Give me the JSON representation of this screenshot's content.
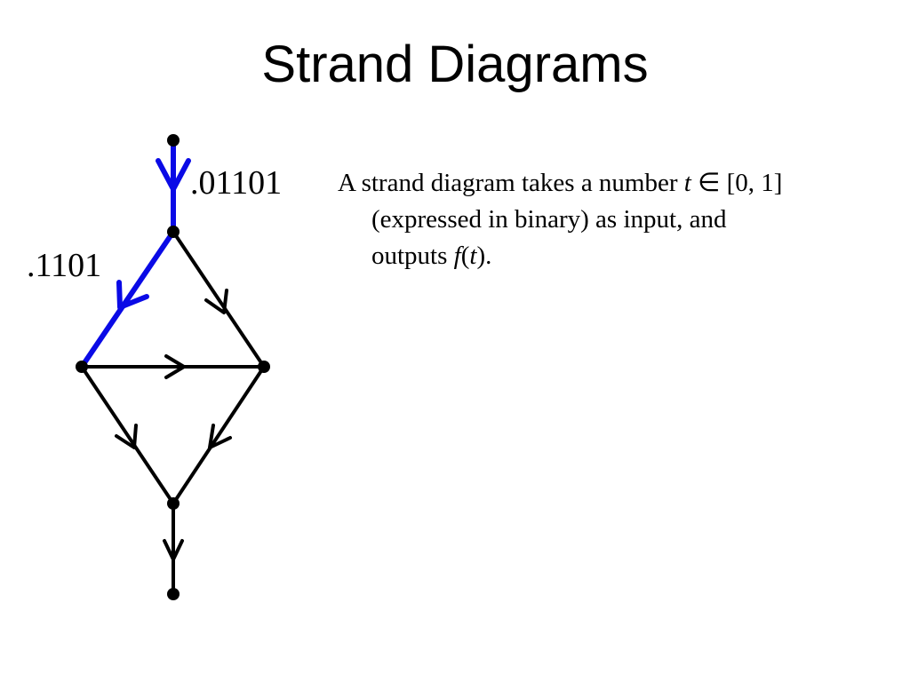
{
  "slide": {
    "title": "Strand Diagrams"
  },
  "diagram": {
    "colors": {
      "highlight": "#0a0ae6",
      "edge": "#000000",
      "node": "#000000"
    },
    "labels": {
      "top_edge": ".01101",
      "left_edge": ".1101"
    }
  },
  "text": {
    "line1_prefix": "A strand diagram takes a number",
    "line1_math_var": "t",
    "line1_math_rest": " ∈ [0, 1]",
    "line2": "(expressed in binary) as input, and",
    "line3_prefix": "outputs",
    "line3_math_func": "f",
    "line3_math_open": "(",
    "line3_math_var": "t",
    "line3_math_close": ").",
    "math_func_display": "f(t)"
  }
}
